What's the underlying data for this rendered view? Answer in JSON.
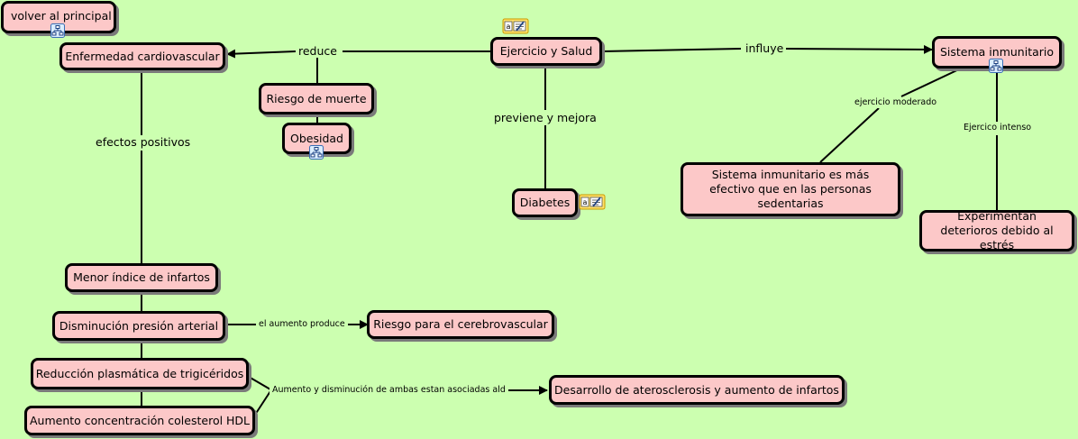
{
  "background_color": "#ccffb0",
  "node_color": "#fcc8c8",
  "nodes": {
    "volver": "volver al principal",
    "ejercicio": "Ejercicio y Salud",
    "enfermedad": "Enfermedad cardiovascular",
    "riesgo_muerte": "Riesgo de muerte",
    "obesidad": "Obesidad",
    "diabetes": "Diabetes",
    "sistema": "Sistema inmunitario",
    "sistema_efectivo": "Sistema inmunitario es más efectivo que en las personas sedentarias",
    "experimentan": "Experimentan deterioros debido al estrés",
    "menor_infartos": "Menor índice de infartos",
    "disminucion_presion": "Disminución presión arterial",
    "riesgo_cerebro": "Riesgo para el cerebrovascular",
    "reduccion_trig": "Reducción plasmática de trigicéridos",
    "aumento_hdl": "Aumento concentración colesterol HDL",
    "desarrollo": "Desarrollo de aterosclerosis y aumento de infartos"
  },
  "links": {
    "reduce": "reduce",
    "influye": "influye",
    "previene": "previene y mejora",
    "efectos": "efectos positivos",
    "ej_moderado": "ejercicio moderado",
    "ej_intenso": "Ejercico intenso",
    "aumento_produce": "el aumento produce",
    "aumento_disminucion": "Aumento y disminución de ambas estan asociadas ald"
  },
  "icons": [
    "concept-map-icon",
    "note-icon"
  ]
}
